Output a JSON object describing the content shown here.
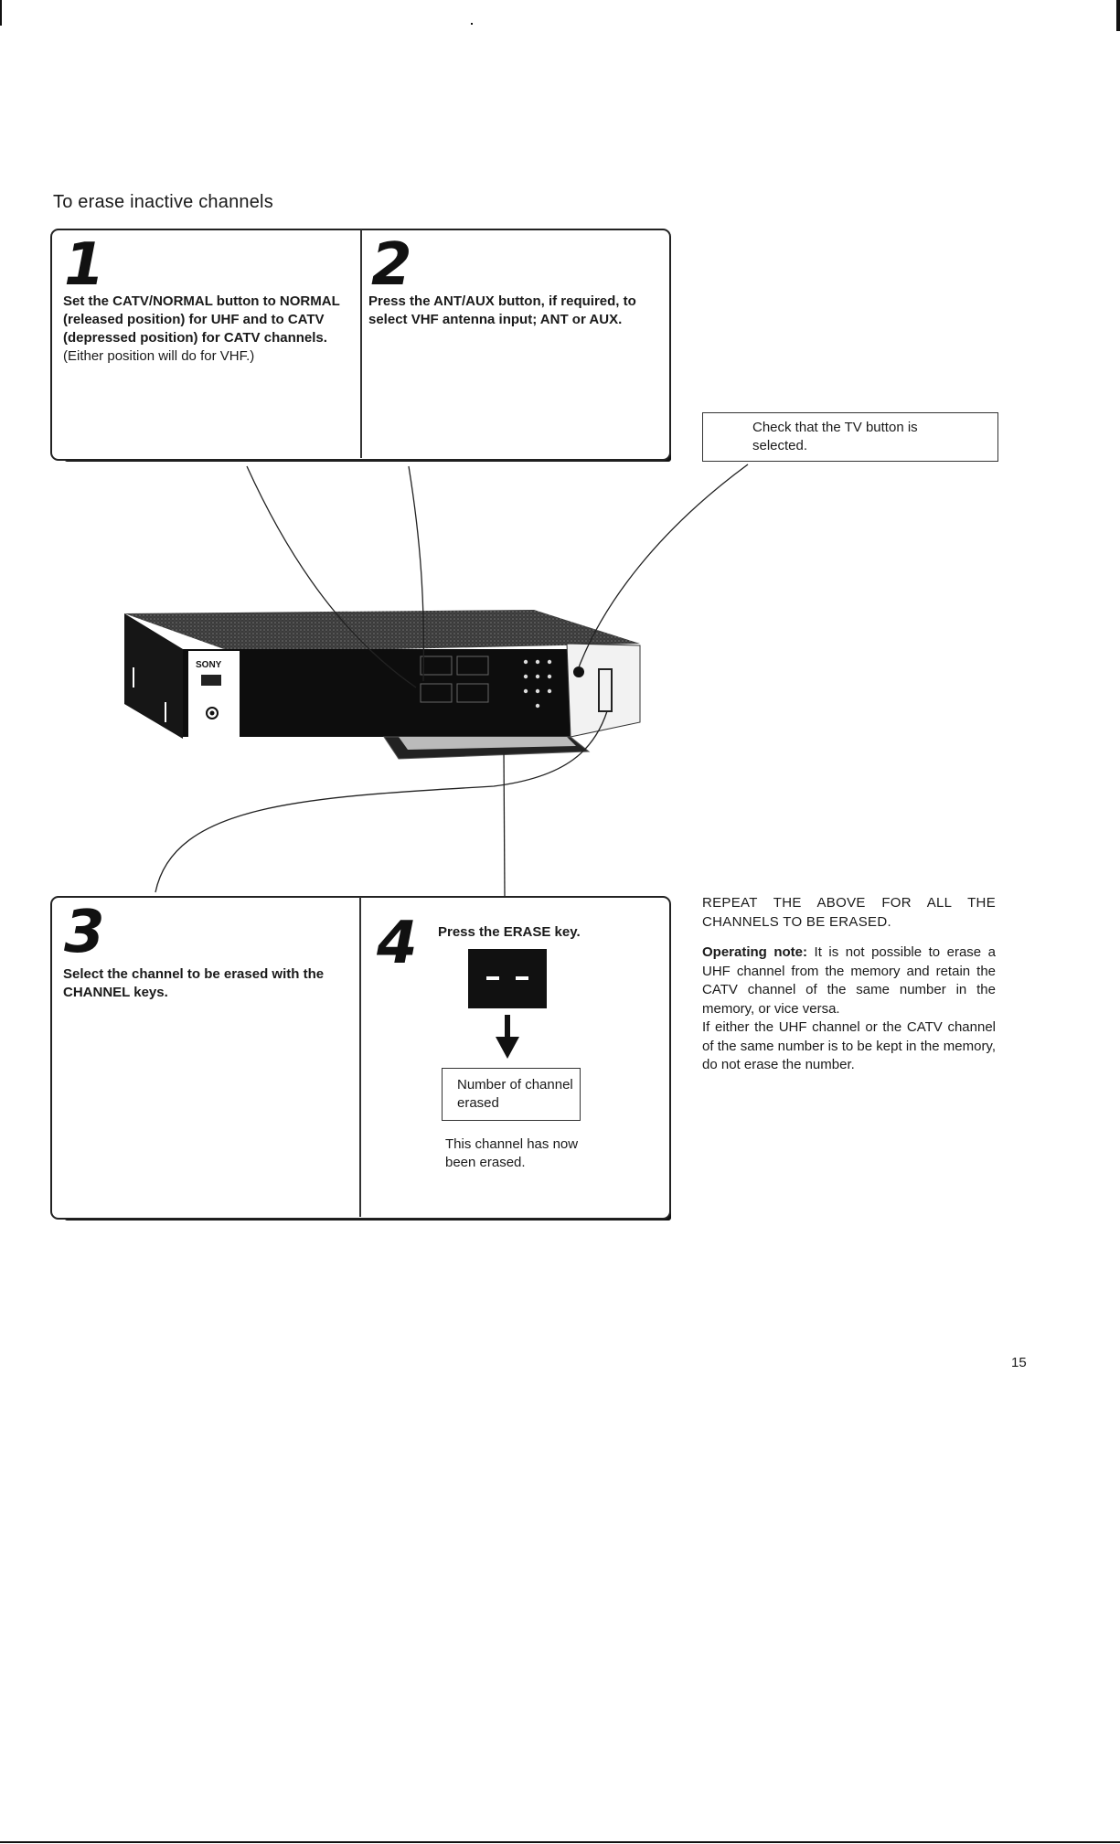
{
  "page": {
    "title": "To erase inactive channels",
    "page_number": "15"
  },
  "steps": [
    {
      "number": "1",
      "text": "Set the CATV/NORMAL button to NORMAL (released position) for UHF and to CATV (depressed position) for CATV channels.",
      "note": "(Either position will do for VHF.)"
    },
    {
      "number": "2",
      "text": "Press the ANT/AUX button, if required, to select VHF antenna input; ANT or AUX."
    },
    {
      "number": "3",
      "text": "Select the channel to be erased with the CHANNEL keys."
    },
    {
      "number": "4",
      "text": "Press the ERASE key.",
      "result_box": "Number of channel erased",
      "result_caption": "This channel has now been erased."
    }
  ],
  "callout": {
    "tv_button": "Check that the TV button is selected."
  },
  "device": {
    "brand_label": "SONY"
  },
  "notes": {
    "repeat": "REPEAT THE ABOVE FOR ALL THE CHANNELS TO BE ERASED.",
    "operating_label": "Operating note:",
    "operating_text": "It is not possible to erase a UHF channel from the memory and retain the CATV channel of the same number in the memory, or vice versa.",
    "operating_text2": "If either the UHF channel or the CATV channel of the same number is to be kept in the memory, do not erase the number."
  }
}
